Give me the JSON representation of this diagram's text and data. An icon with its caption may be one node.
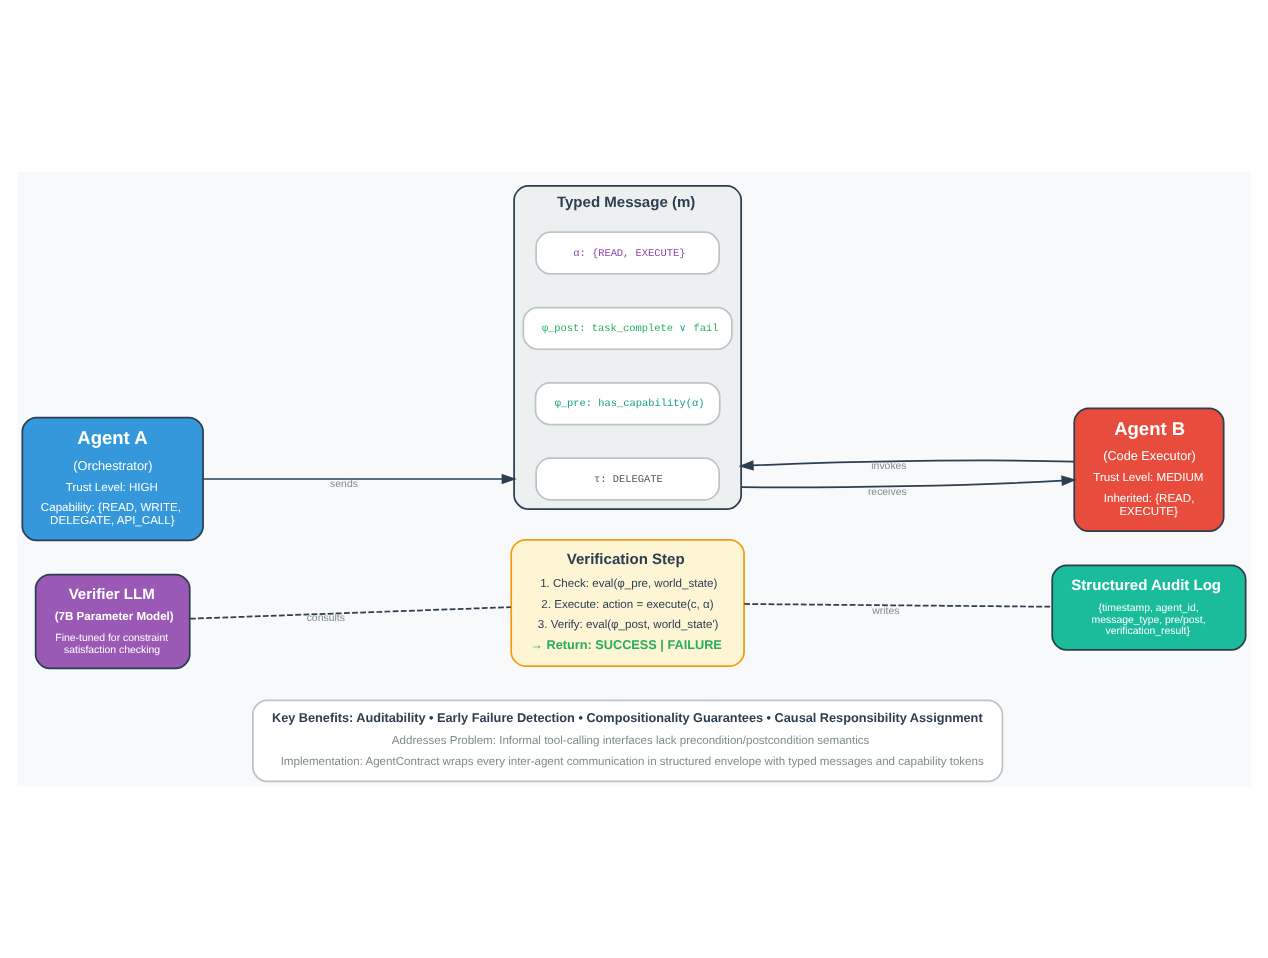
{
  "diagram": {
    "nodes": [
      {
        "text": [
          "Agent A",
          "(Orchestrator)",
          "Trust Level: HIGH",
          "Capability: {READ, WRITE, DELEGATE, API_CALL}"
        ]
      },
      {
        "text": [
          "Typed Message (m)"
        ]
      },
      {
        "text": [
          "τ: DELEGATE"
        ],
        "in": 1
      },
      {
        "text": [
          "φ_pre: has_capability(α)"
        ],
        "in": 1
      },
      {
        "text": [
          "φ_post: task_complete ∨ fail"
        ],
        "in": 1
      },
      {
        "text": [
          "α: {READ, EXECUTE}"
        ],
        "in": 1
      },
      {
        "text": [
          "Agent B",
          "(Code Executor)",
          "Trust Level: MEDIUM",
          "Inherited: {READ, EXECUTE}"
        ]
      },
      {
        "text": [
          "Verifier LLM",
          "(7B Parameter Model)",
          "Fine-tuned for constraint satisfaction checking"
        ]
      },
      {
        "text": [
          "Verification Step",
          "1. Check: eval(φ_pre, world_state)",
          "2. Execute: action = execute(c, α)",
          "3. Verify: eval(φ_post, world_state')",
          "→ Return: SUCCESS | FAILURE"
        ]
      },
      {
        "text": [
          "Structured Audit Log",
          "{timestamp, agent_id, message_type, pre/post, verification_result}"
        ]
      },
      {
        "text": [
          "Key Benefits: Auditability • Early Failure Detection • Compositionality Guarantees • Causal Responsibility Assignment",
          "Addresses Problem: Informal tool-calling interfaces lack precondition/postcondition semantics",
          "Implementation: AgentContract wraps every inter-agent communication in structured envelope with typed messages and capability tokens"
        ]
      }
    ],
    "edges": [
      {
        "from": 0,
        "to": 1,
        "arrow": "to",
        "label": "sends"
      },
      {
        "from": 1,
        "to": 6,
        "arrow": "to",
        "label": "receives"
      },
      {
        "from": 6,
        "to": 1,
        "arrow": "to",
        "label": "invokes"
      },
      {
        "from": 7,
        "to": 8,
        "arrow": "none",
        "label": "consults",
        "style": "dashed"
      },
      {
        "from": 8,
        "to": 9,
        "arrow": "none",
        "label": "writes",
        "style": "dashed"
      }
    ]
  }
}
